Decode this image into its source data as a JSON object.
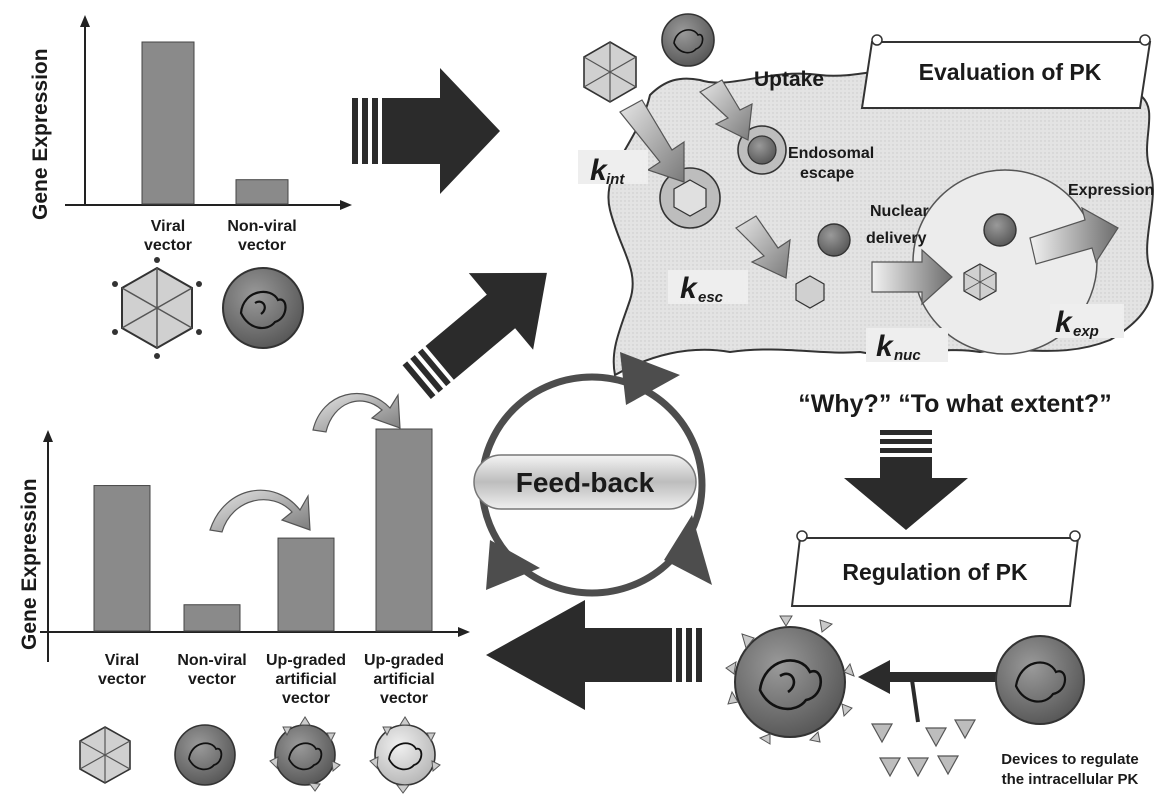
{
  "top_chart": {
    "ylabel": "Gene Expression",
    "bars": [
      {
        "label": [
          "Viral",
          "vector"
        ],
        "value": 1.0
      },
      {
        "label": [
          "Non-viral",
          "vector"
        ],
        "value": 0.15
      }
    ]
  },
  "bottom_chart": {
    "ylabel": "Gene Expression",
    "bars": [
      {
        "label": [
          "Viral",
          "vector"
        ],
        "value": 0.72
      },
      {
        "label": [
          "Non-viral",
          "vector"
        ],
        "value": 0.13
      },
      {
        "label": [
          "Up-graded",
          "artificial",
          "vector"
        ],
        "value": 0.46
      },
      {
        "label": [
          "Up-graded",
          "artificial",
          "vector"
        ],
        "value": 1.0
      }
    ]
  },
  "pk_eval": {
    "banner": "Evaluation of PK",
    "uptake": "Uptake",
    "endosomal": [
      "Endosomal",
      "escape"
    ],
    "nuclear": [
      "Nuclear",
      "delivery"
    ],
    "expression": "Expression",
    "rates": [
      {
        "k": "k",
        "sub": "int"
      },
      {
        "k": "k",
        "sub": "esc"
      },
      {
        "k": "k",
        "sub": "nuc"
      },
      {
        "k": "k",
        "sub": "exp"
      }
    ],
    "questions": "“Why?” “To what extent?”"
  },
  "feedback": "Feed-back",
  "pk_reg": {
    "banner": "Regulation of PK",
    "devices": [
      "Devices to regulate",
      "the intracellular PK"
    ]
  },
  "colors": {
    "bar": "#8a8a8a",
    "arrow_dark": "#2b2b2b",
    "arrow_light": "#bdbdbd",
    "cell": "#d8d8d8"
  }
}
